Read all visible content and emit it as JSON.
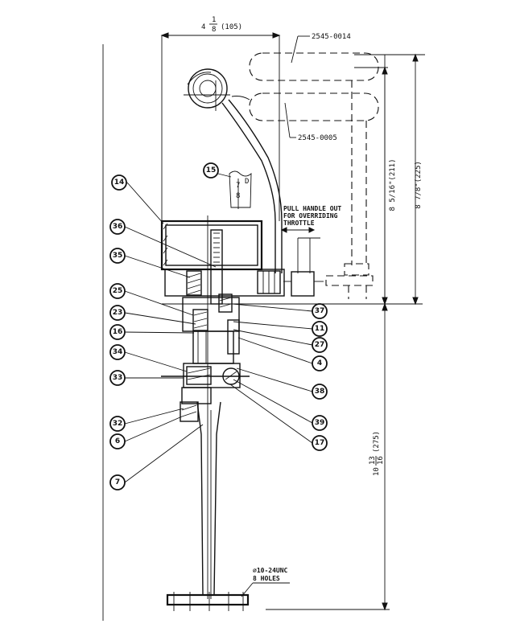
{
  "part_numbers": {
    "upper_handle": "2545-0014",
    "lower_handle": "2545-0005"
  },
  "dimensions": {
    "top_width": "4 1/8\" (105)",
    "top_width_whole": "4",
    "top_width_num": "1",
    "top_width_den": "8",
    "top_width_mm": "(105)",
    "height_upper": "8 5/16\"(211)",
    "height_total_upper": "8 7/8\"(225)",
    "height_lower": "10 13/16\" (275)",
    "height_lower_whole": "10",
    "height_lower_num": "13",
    "height_lower_den": "16",
    "height_lower_mm": "(275)"
  },
  "notes": {
    "pull_handle": [
      "PULL HANDLE OUT",
      "FOR OVERRIDING",
      "THROTTLE"
    ],
    "holes": [
      "⌀10-24UNC",
      "8 HOLES"
    ]
  },
  "detail_15": {
    "callout": "15",
    "digits": [
      "7",
      "8"
    ],
    "letter": "D"
  },
  "callouts": {
    "c14": "14",
    "c15": "15",
    "c36": "36",
    "c35": "35",
    "c25": "25",
    "c23": "23",
    "c16": "16",
    "c34": "34",
    "c33": "33",
    "c32": "32",
    "c6": "6",
    "c7": "7",
    "c37": "37",
    "c11": "11",
    "c27": "27",
    "c4": "4",
    "c38": "38",
    "c39": "39",
    "c17": "17"
  }
}
